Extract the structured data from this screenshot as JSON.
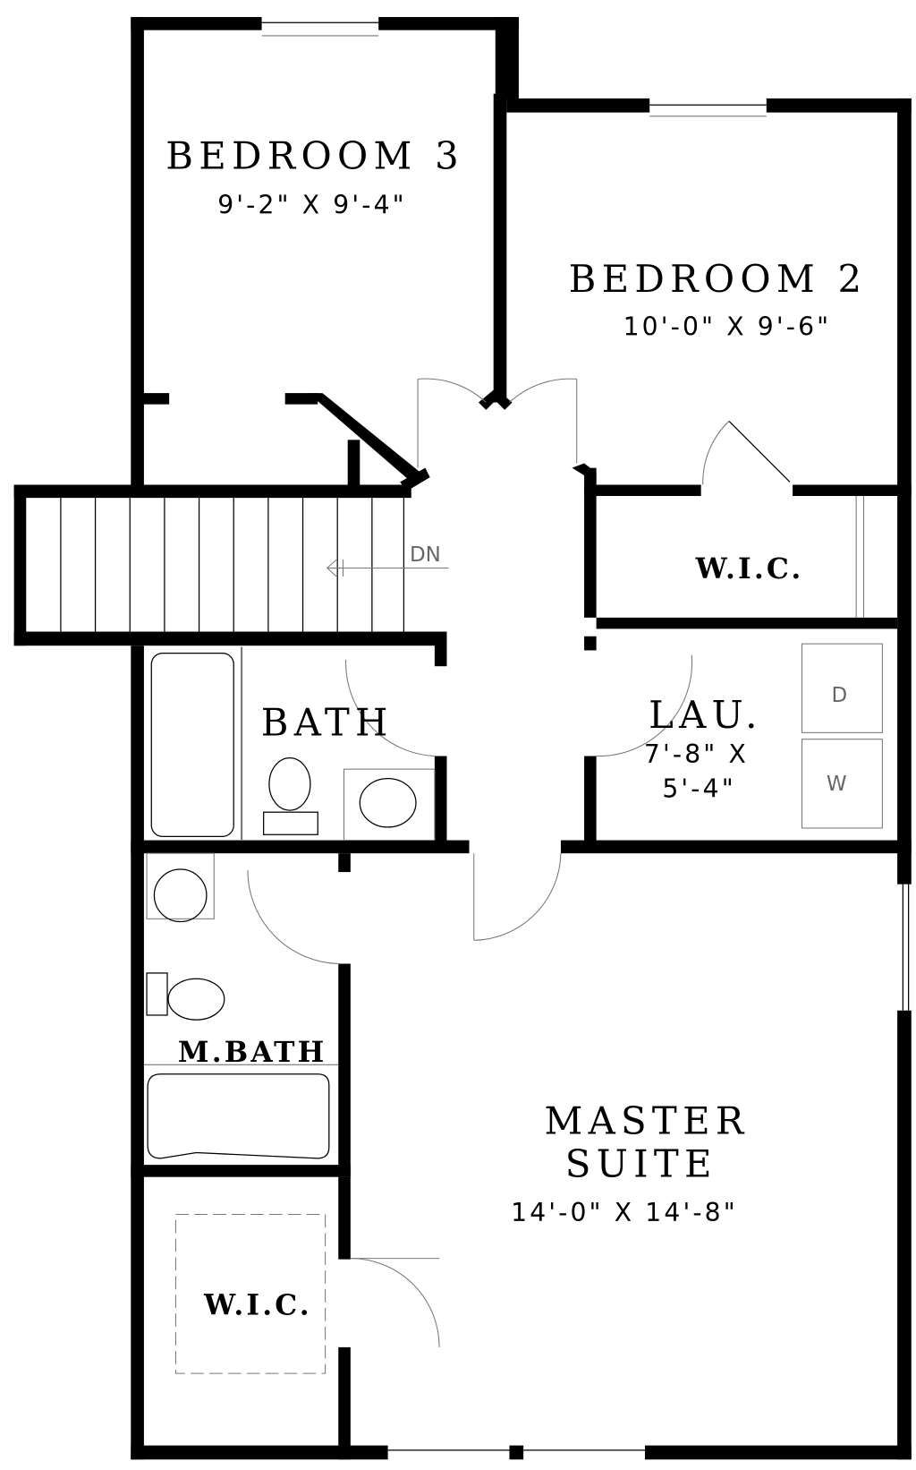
{
  "floor_plan": {
    "rooms": [
      {
        "name": "BEDROOM 3",
        "size": "9'-2\" X 9'-4\""
      },
      {
        "name": "BEDROOM 2",
        "size": "10'-0\" X 9'-6\""
      },
      {
        "name": "W.I.C."
      },
      {
        "name": "BATH"
      },
      {
        "name": "LAU.",
        "size_line1": "7'-8\" X",
        "size_line2": "5'-4\""
      },
      {
        "name": "M.BATH"
      },
      {
        "name": "MASTER",
        "name_line2": "SUITE",
        "size": "14'-0\" X 14'-8\""
      },
      {
        "name": "W.I.C."
      }
    ],
    "stair_label": "DN",
    "appliances": {
      "dryer": "D",
      "washer": "W"
    },
    "colors": {
      "walls": "#000000",
      "background": "#ffffff"
    }
  }
}
